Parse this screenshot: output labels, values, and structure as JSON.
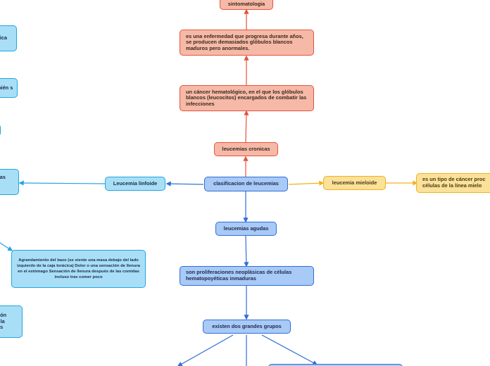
{
  "colors": {
    "red": "#e5533a",
    "blue": "#2f6fd6",
    "cyan": "#22a5e0",
    "yellow": "#f2b21c"
  },
  "nodes": {
    "sintomatologia": "sintomatologia",
    "cronica_progresion": "es una enfermedad que progresa durante años, se producen demasiados glóbulos blancos maduros pero anormales.",
    "cronica_definicion": "un cáncer hematológico, en el que los glóbulos blancos (leucocitos) encargados de combatir las infecciones",
    "leucemias_cronicas": "leucemias cronicas",
    "clasificacion": "clasificacion de leucemias",
    "leucemia_linfoide": "Leucemia linfoide",
    "leucemia_mieloide": "leucemia mieloide",
    "mieloide_definicion": "es un tipo de cáncer proc células de la línea mielo",
    "leucemias_agudas": "leucemias agudas",
    "agudas_definicion": "son proliferaciones neoplásicas de células hematopoyéticas inmaduras",
    "grupos": "existen dos grandes grupos",
    "sintomas_bazo": "Agrandamiento del bazo (se siente una masa debajo del lado izquierdo de la caja torácica) Dolor o una sensación de llenura en el estómago Sensación de llenura después de las comidas incluso tras comer poco",
    "left_1": "ica",
    "left_2": "bién s",
    "left_4": "as",
    "left_5": "ción n la las"
  }
}
